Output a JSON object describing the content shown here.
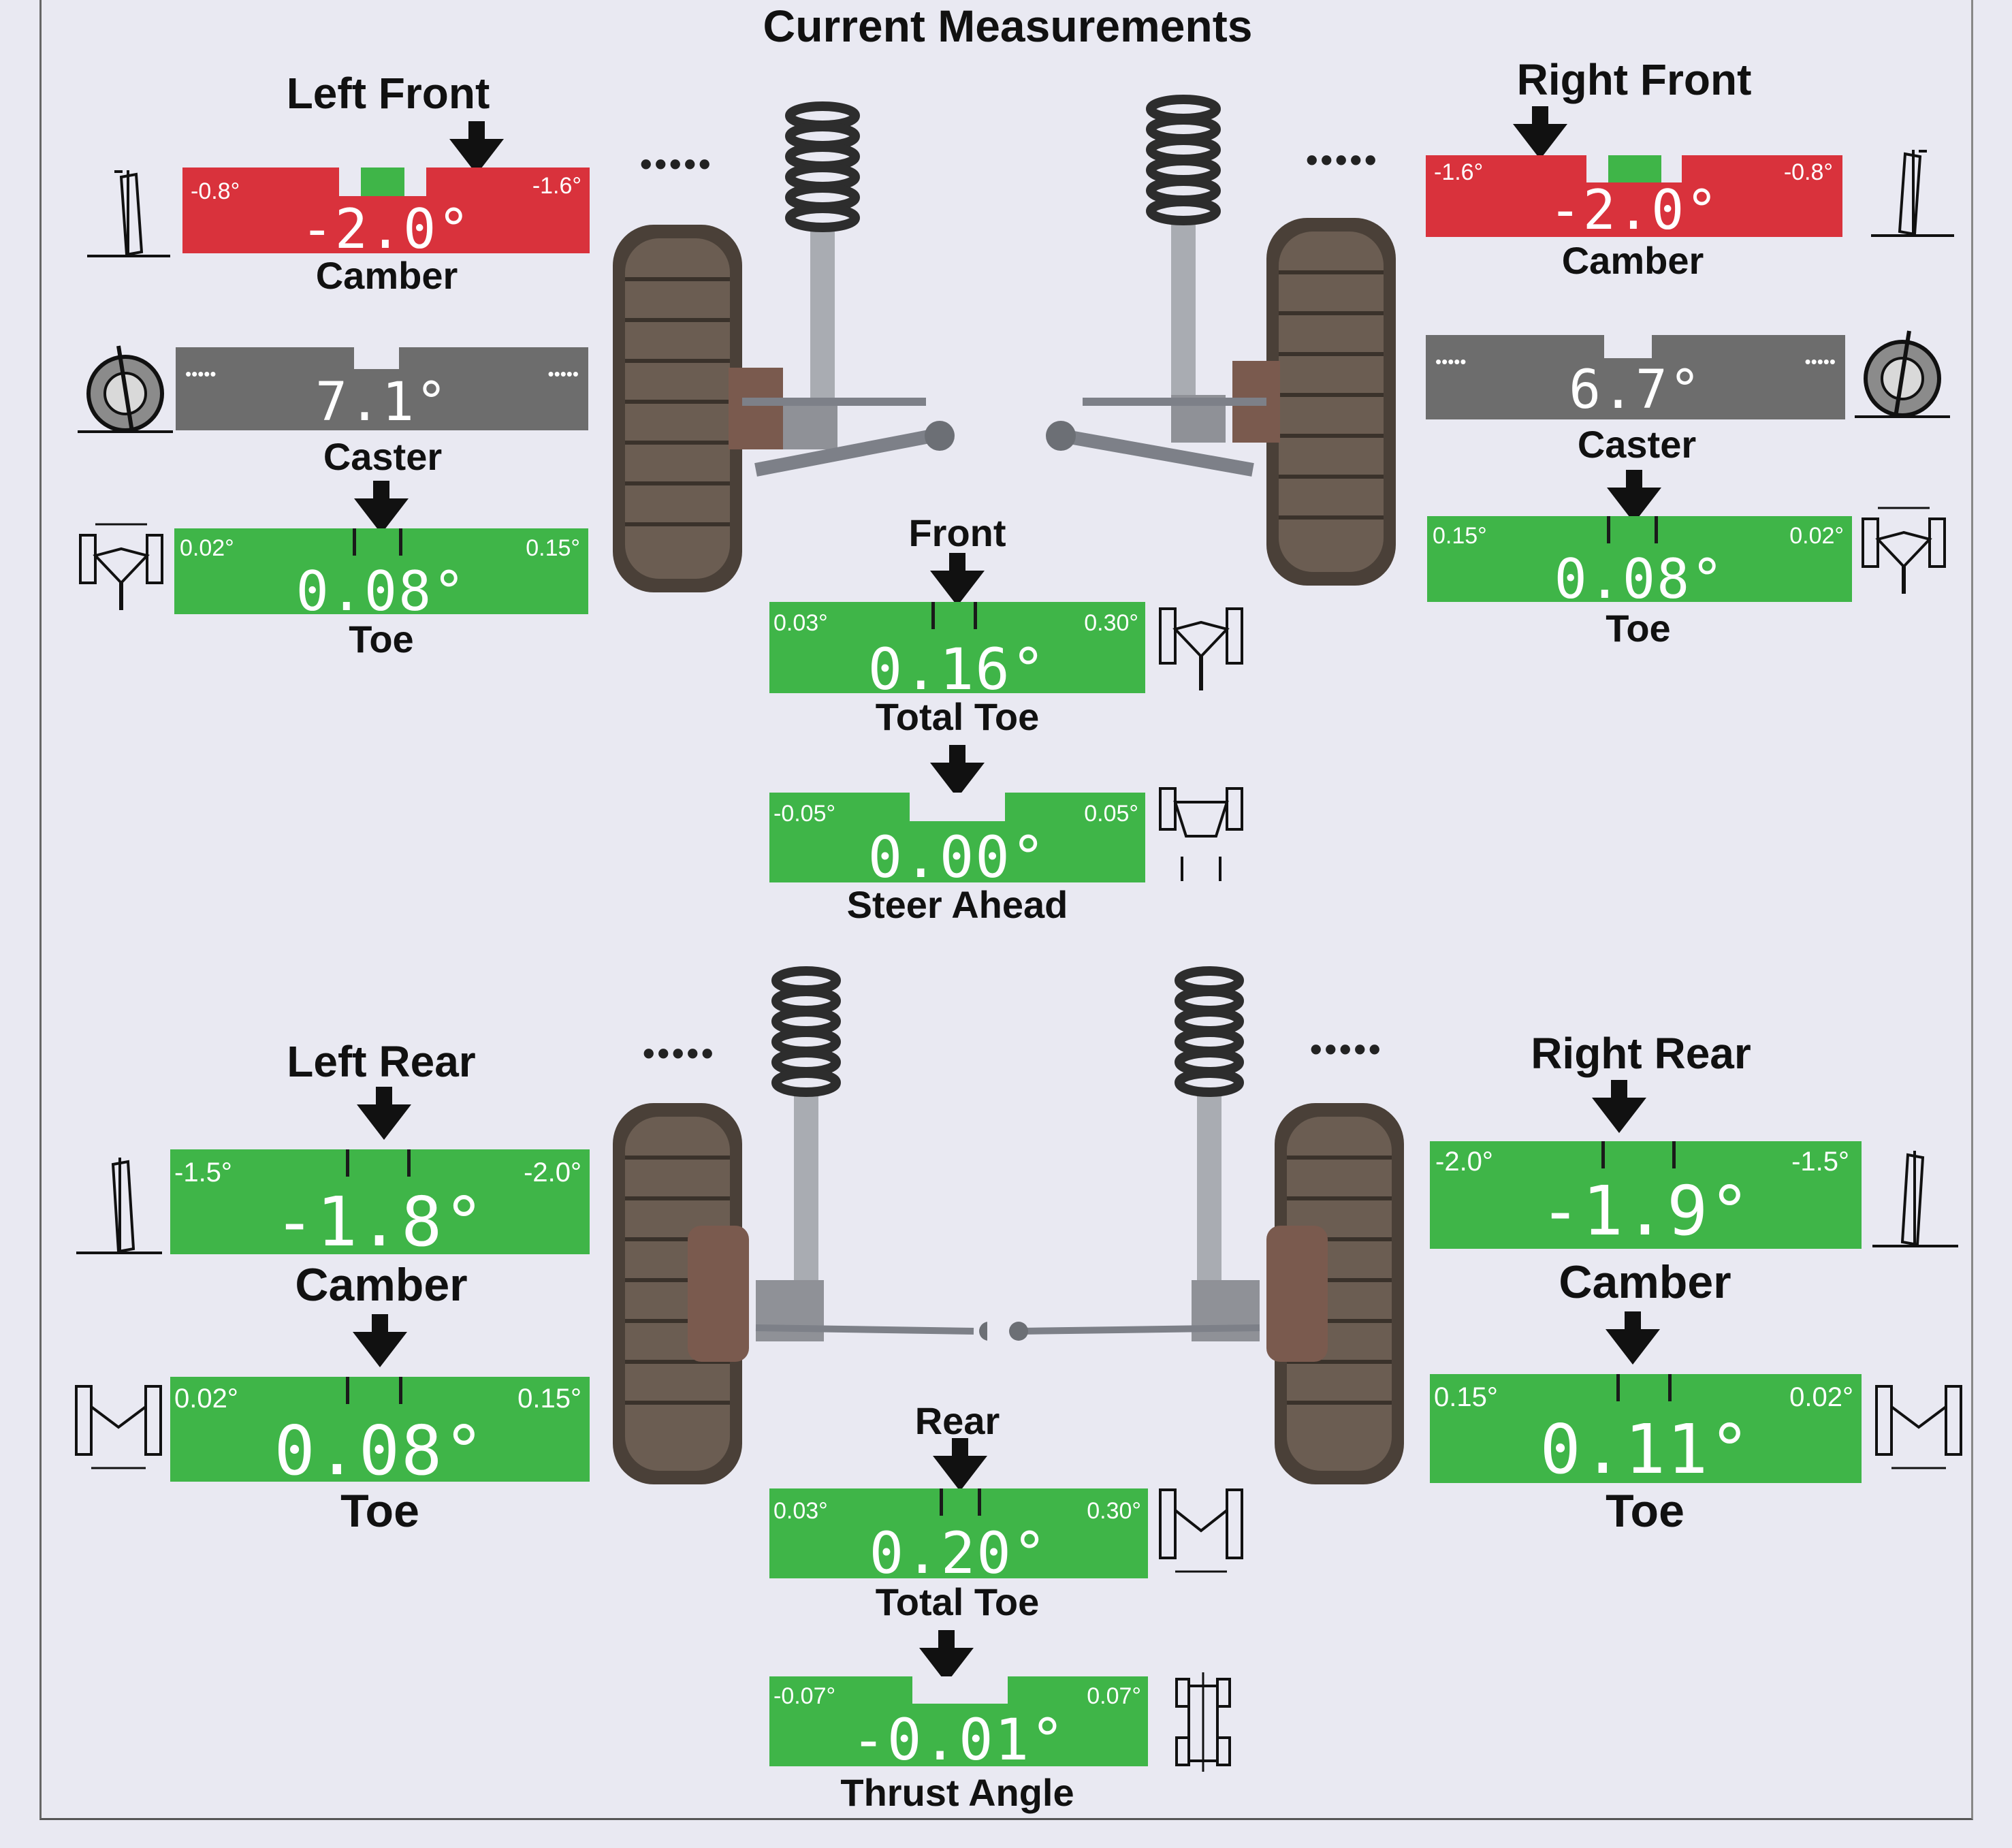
{
  "title": "Current Measurements",
  "degree_symbol": "°",
  "colors": {
    "in_range": "#3fb548",
    "out_of_range": "#d9323c",
    "no_spec": "#6d6d6d"
  },
  "left_front": {
    "label": "Left Front",
    "camber": {
      "label": "Camber",
      "value": "-2.0°",
      "min": "-0.8°",
      "max": "-1.6°",
      "status": "out_of_range"
    },
    "caster": {
      "label": "Caster",
      "value": "7.1°",
      "status": "no_spec"
    },
    "toe": {
      "label": "Toe",
      "value": "0.08°",
      "min": "0.02°",
      "max": "0.15°",
      "status": "in_range"
    }
  },
  "right_front": {
    "label": "Right Front",
    "camber": {
      "label": "Camber",
      "value": "-2.0°",
      "min": "-1.6°",
      "max": "-0.8°",
      "status": "out_of_range"
    },
    "caster": {
      "label": "Caster",
      "value": "6.7°",
      "status": "no_spec"
    },
    "toe": {
      "label": "Toe",
      "value": "0.08°",
      "min": "0.15°",
      "max": "0.02°",
      "status": "in_range"
    }
  },
  "front": {
    "label": "Front",
    "total_toe": {
      "label": "Total Toe",
      "value": "0.16°",
      "min": "0.03°",
      "max": "0.30°",
      "status": "in_range"
    },
    "steer_ahead": {
      "label": "Steer Ahead",
      "value": "0.00°",
      "min": "-0.05°",
      "max": "0.05°",
      "status": "in_range"
    }
  },
  "left_rear": {
    "label": "Left Rear",
    "camber": {
      "label": "Camber",
      "value": "-1.8°",
      "min": "-1.5°",
      "max": "-2.0°",
      "status": "in_range"
    },
    "toe": {
      "label": "Toe",
      "value": "0.08°",
      "min": "0.02°",
      "max": "0.15°",
      "status": "in_range"
    }
  },
  "right_rear": {
    "label": "Right Rear",
    "camber": {
      "label": "Camber",
      "value": "-1.9°",
      "min": "-2.0°",
      "max": "-1.5°",
      "status": "in_range"
    },
    "toe": {
      "label": "Toe",
      "value": "0.11°",
      "min": "0.15°",
      "max": "0.02°",
      "status": "in_range"
    }
  },
  "rear": {
    "label": "Rear",
    "total_toe": {
      "label": "Total Toe",
      "value": "0.20°",
      "min": "0.03°",
      "max": "0.30°",
      "status": "in_range"
    },
    "thrust_angle": {
      "label": "Thrust Angle",
      "value": "-0.01°",
      "min": "-0.07°",
      "max": "0.07°",
      "status": "in_range"
    }
  },
  "icons": [
    "camber-icon",
    "caster-icon",
    "toe-icon",
    "total-toe-icon",
    "steer-ahead-icon",
    "thrust-angle-icon",
    "indicator-arrow-icon",
    "front-wheel-assembly",
    "rear-wheel-assembly"
  ]
}
